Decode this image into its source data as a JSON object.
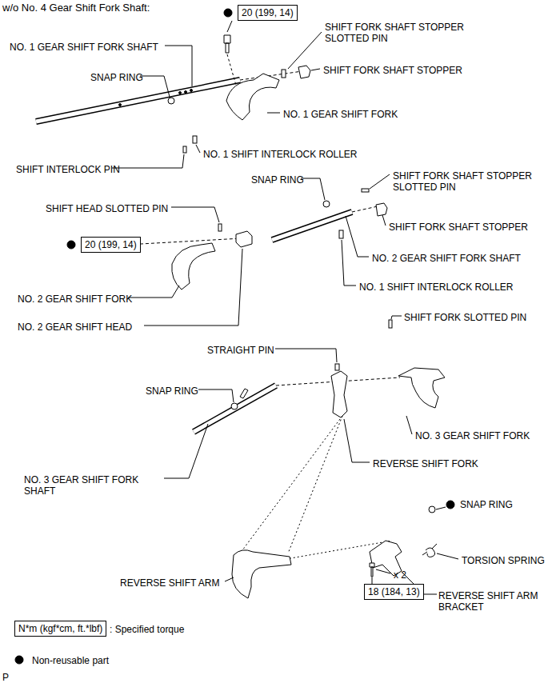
{
  "diagram": {
    "title": "w/o No. 4 Gear Shift Fork Shaft:",
    "nodes": [
      {
        "text": [
          "20 (199, 14)"
        ]
      },
      {
        "text": [
          "20 (199, 14)"
        ]
      },
      {
        "text": [
          "18 (184, 13)"
        ]
      },
      {
        "text": [
          "N*m (kgf*cm, ft.*lbf)"
        ]
      }
    ],
    "labels": [
      "SHIFT FORK SHAFT STOPPER SLOTTED PIN",
      "NO. 1 GEAR SHIFT FORK SHAFT",
      "SNAP RING",
      "SHIFT FORK SHAFT STOPPER",
      "NO. 1 GEAR SHIFT FORK",
      "NO. 1 SHIFT INTERLOCK ROLLER",
      "SHIFT INTERLOCK PIN",
      "SNAP RING",
      "SHIFT FORK SHAFT STOPPER SLOTTED PIN",
      "SHIFT HEAD SLOTTED PIN",
      "SHIFT FORK SHAFT STOPPER",
      "NO. 2 GEAR SHIFT FORK SHAFT",
      "NO. 1 SHIFT INTERLOCK ROLLER",
      "NO. 2 GEAR SHIFT FORK",
      "NO. 2 GEAR SHIFT HEAD",
      "SHIFT FORK SLOTTED PIN",
      "STRAIGHT PIN",
      "SNAP RING",
      "NO. 3 GEAR SHIFT FORK",
      "REVERSE SHIFT FORK",
      "NO. 3 GEAR SHIFT FORK SHAFT",
      "SNAP RING",
      "TORSION SPRING",
      "REVERSE SHIFT ARM",
      "x 2",
      "REVERSE SHIFT ARM BRACKET",
      "P"
    ],
    "legend": [
      {
        "text": ": Specified torque"
      },
      {
        "text": "Non-reusable part"
      }
    ]
  }
}
